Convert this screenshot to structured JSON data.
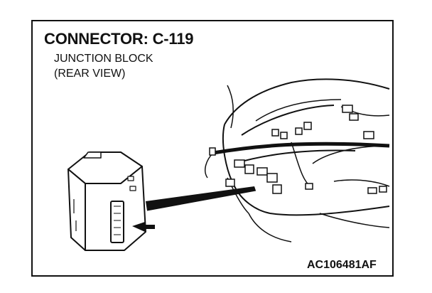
{
  "figure": {
    "title": "CONNECTOR: C-119",
    "component_name": "JUNCTION BLOCK",
    "view": "(REAR VIEW)",
    "figure_code": "AC106481AF"
  },
  "icons": {
    "connector_arrow": "arrow-right-icon",
    "pointer": "callout-beam"
  },
  "colors": {
    "ink": "#111111",
    "background": "#ffffff"
  }
}
